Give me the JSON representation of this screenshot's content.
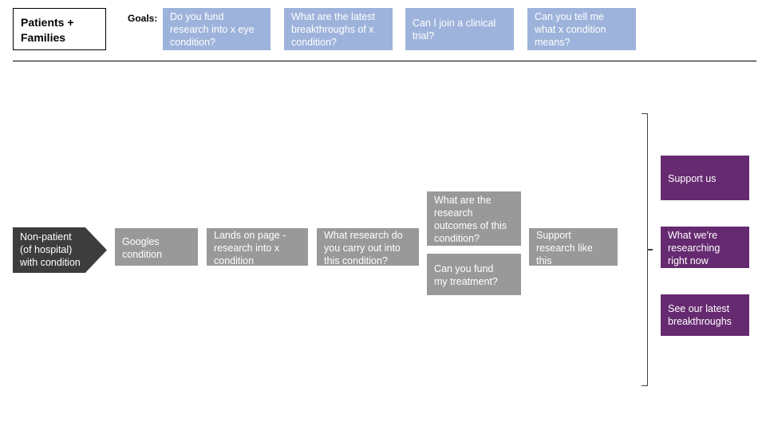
{
  "persona": {
    "label": "Patients +\nFamilies"
  },
  "goals": {
    "label": "Goals:",
    "items": [
      "Do you fund\nresearch into x eye\ncondition?",
      "What are the latest\nbreakthroughs of x\ncondition?",
      "Can I join a clinical\ntrial?",
      "Can you tell me\nwhat x condition\nmeans?"
    ]
  },
  "flow": {
    "start": "Non-patient\n(of hospital)\nwith condition",
    "steps": [
      "Googles\ncondition",
      "Lands on page -\nresearch into x\ncondition",
      "What research do\nyou carry out into\nthis condition?",
      "What are the\nresearch\noutcomes of this\ncondition?",
      "Can you fund\nmy treatment?",
      "Support\nresearch like\nthis"
    ]
  },
  "outcomes": [
    "Support us",
    "What we're\nresearching\nright now",
    "See our latest\nbreakthroughs"
  ],
  "colors": {
    "goal": "#9db3db",
    "step": "#999999",
    "start": "#3d3d3d",
    "outcome": "#662a70"
  }
}
